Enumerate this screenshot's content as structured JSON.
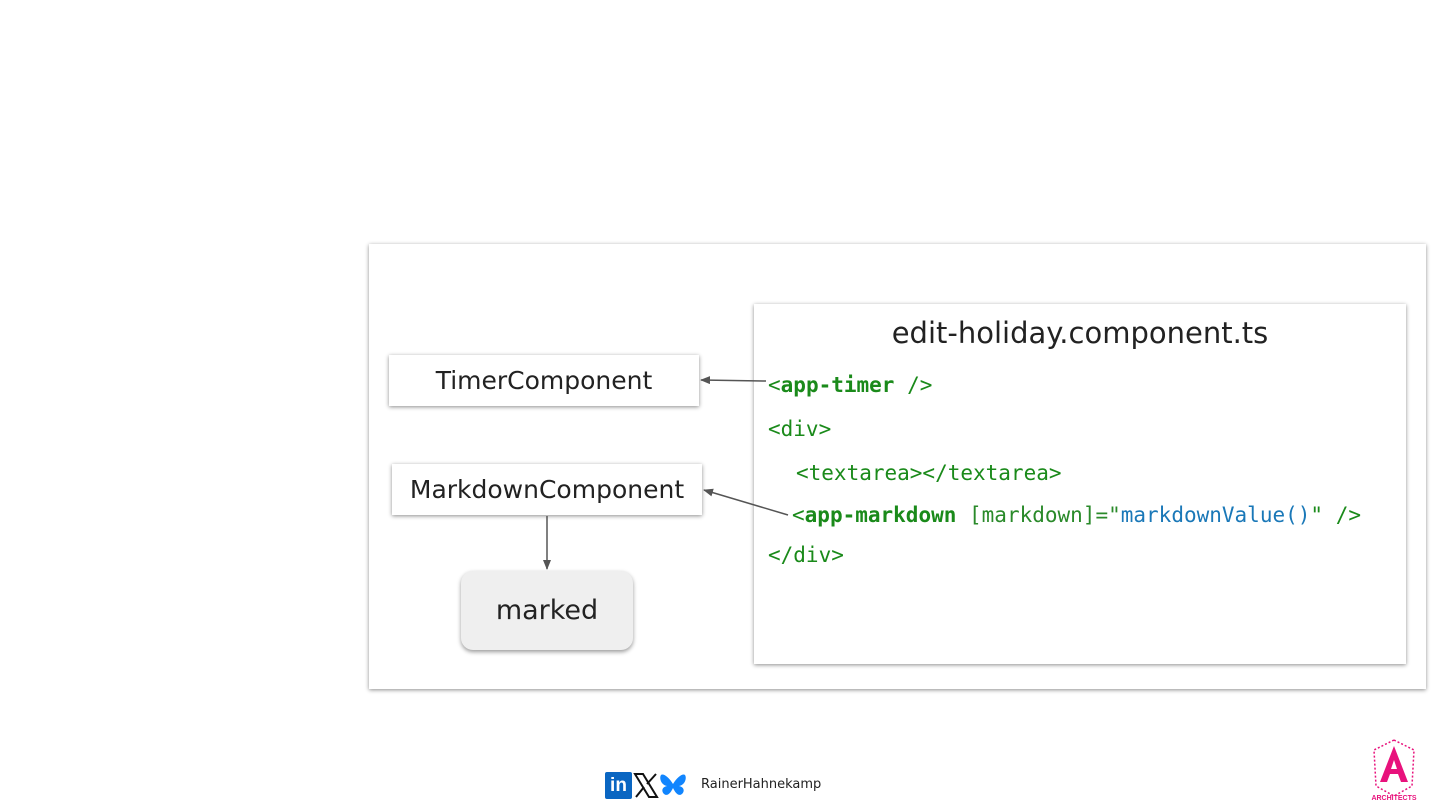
{
  "diagram": {
    "components": {
      "timer": "TimerComponent",
      "markdown": "MarkdownComponent",
      "library": "marked"
    },
    "code": {
      "filename": "edit-holiday.component.ts",
      "line1": {
        "open": "<",
        "tag": "app-timer",
        "close": " />"
      },
      "line2": "<div>",
      "line3": "<textarea></textarea>",
      "line4": {
        "open": "<",
        "tag": "app-markdown",
        "attr": " [markdown]=\"",
        "value": "markdownValue()",
        "close": "\" />"
      },
      "line5": "</div>"
    }
  },
  "footer": {
    "author": "RainerHahnekamp",
    "icons": [
      "linkedin-icon",
      "x-icon",
      "bluesky-icon"
    ],
    "logo_text": "ARCHITECTS"
  },
  "colors": {
    "code_green": "#1a8a1a",
    "code_blue": "#1a78b8",
    "linkedin_blue": "#0a66c2",
    "bluesky_blue": "#1185fe",
    "logo_pink": "#e8127c"
  }
}
